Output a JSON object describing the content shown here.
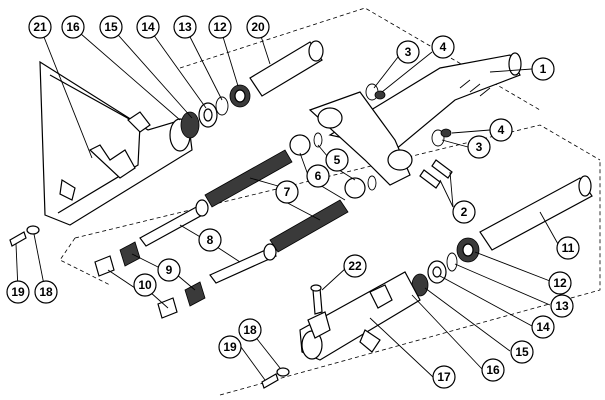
{
  "diagram": {
    "callouts": {
      "c1": "1",
      "c2": "2",
      "c3a": "3",
      "c3b": "3",
      "c4a": "4",
      "c4b": "4",
      "c5": "5",
      "c6": "6",
      "c7": "7",
      "c8": "8",
      "c9": "9",
      "c10": "10",
      "c11": "11",
      "c12a": "12",
      "c12b": "12",
      "c13a": "13",
      "c13b": "13",
      "c14a": "14",
      "c14b": "14",
      "c15a": "15",
      "c15b": "15",
      "c16a": "16",
      "c16b": "16",
      "c17": "17",
      "c18a": "18",
      "c18b": "18",
      "c19a": "19",
      "c19b": "19",
      "c20": "20",
      "c21": "21",
      "c22": "22"
    }
  }
}
